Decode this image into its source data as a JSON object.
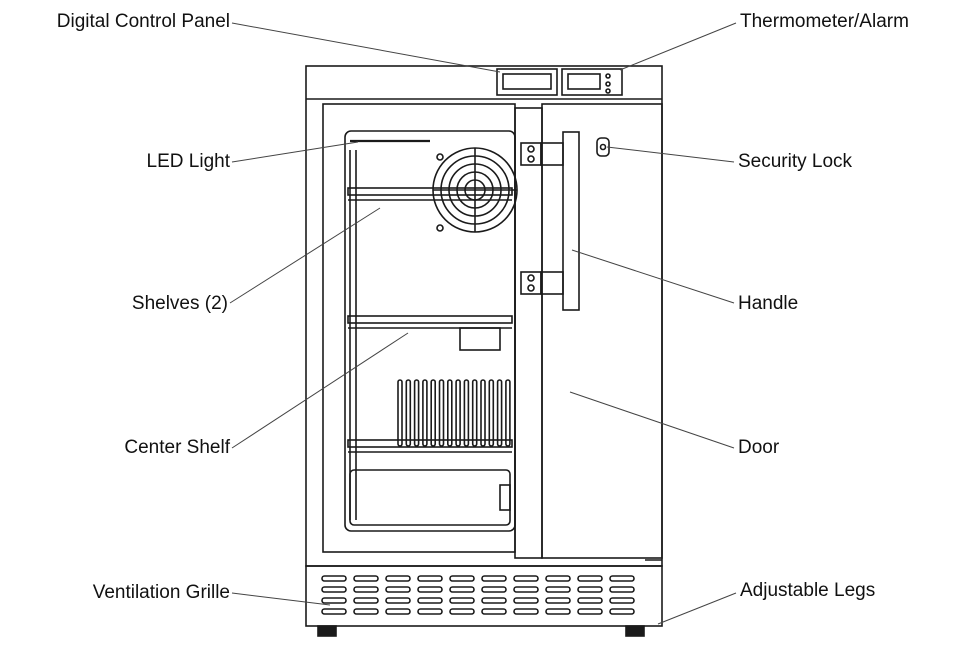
{
  "labels": {
    "digital_control_panel": "Digital Control Panel",
    "thermometer_alarm": "Thermometer/Alarm",
    "led_light": "LED Light",
    "security_lock": "Security Lock",
    "shelves": "Shelves (2)",
    "handle": "Handle",
    "center_shelf": "Center Shelf",
    "door": "Door",
    "ventilation_grille": "Ventilation Grille",
    "adjustable_legs": "Adjustable Legs"
  },
  "colors": {
    "line": "#1a1a1a",
    "leader": "#444444",
    "background": "#ffffff"
  }
}
